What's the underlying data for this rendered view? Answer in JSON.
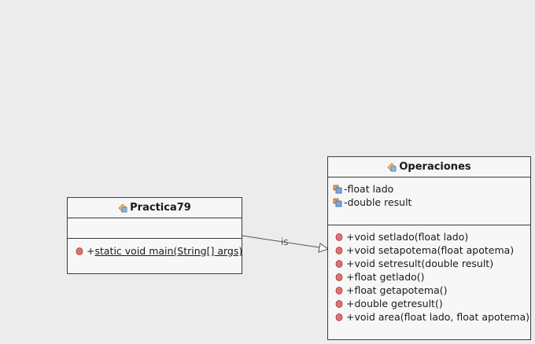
{
  "classes": {
    "practica": {
      "name": "Practica79",
      "attributes": [],
      "methods": [
        {
          "visibility": "+",
          "text": "static void main(String[] args)",
          "static": true
        }
      ]
    },
    "operaciones": {
      "name": "Operaciones",
      "attributes": [
        {
          "visibility": "-",
          "text": "float lado"
        },
        {
          "visibility": "-",
          "text": "double result"
        }
      ],
      "methods": [
        {
          "visibility": "+",
          "text": "void setlado(float lado)"
        },
        {
          "visibility": "+",
          "text": "void setapotema(float apotema)"
        },
        {
          "visibility": "+",
          "text": "void setresult(double result)"
        },
        {
          "visibility": "+",
          "text": "float getlado()"
        },
        {
          "visibility": "+",
          "text": "float getapotema()"
        },
        {
          "visibility": "+",
          "text": "double getresult()"
        },
        {
          "visibility": "+",
          "text": "void area(float lado, float apotema)"
        }
      ]
    }
  },
  "relation": {
    "label": "is",
    "type": "generalization",
    "from": "Practica79",
    "to": "Operaciones"
  },
  "colors": {
    "background": "#ececec",
    "box": "#f7f7f7",
    "border": "#3c3c3c",
    "method_icon": "#e07070",
    "attr_icon": "#7aa7d8"
  }
}
